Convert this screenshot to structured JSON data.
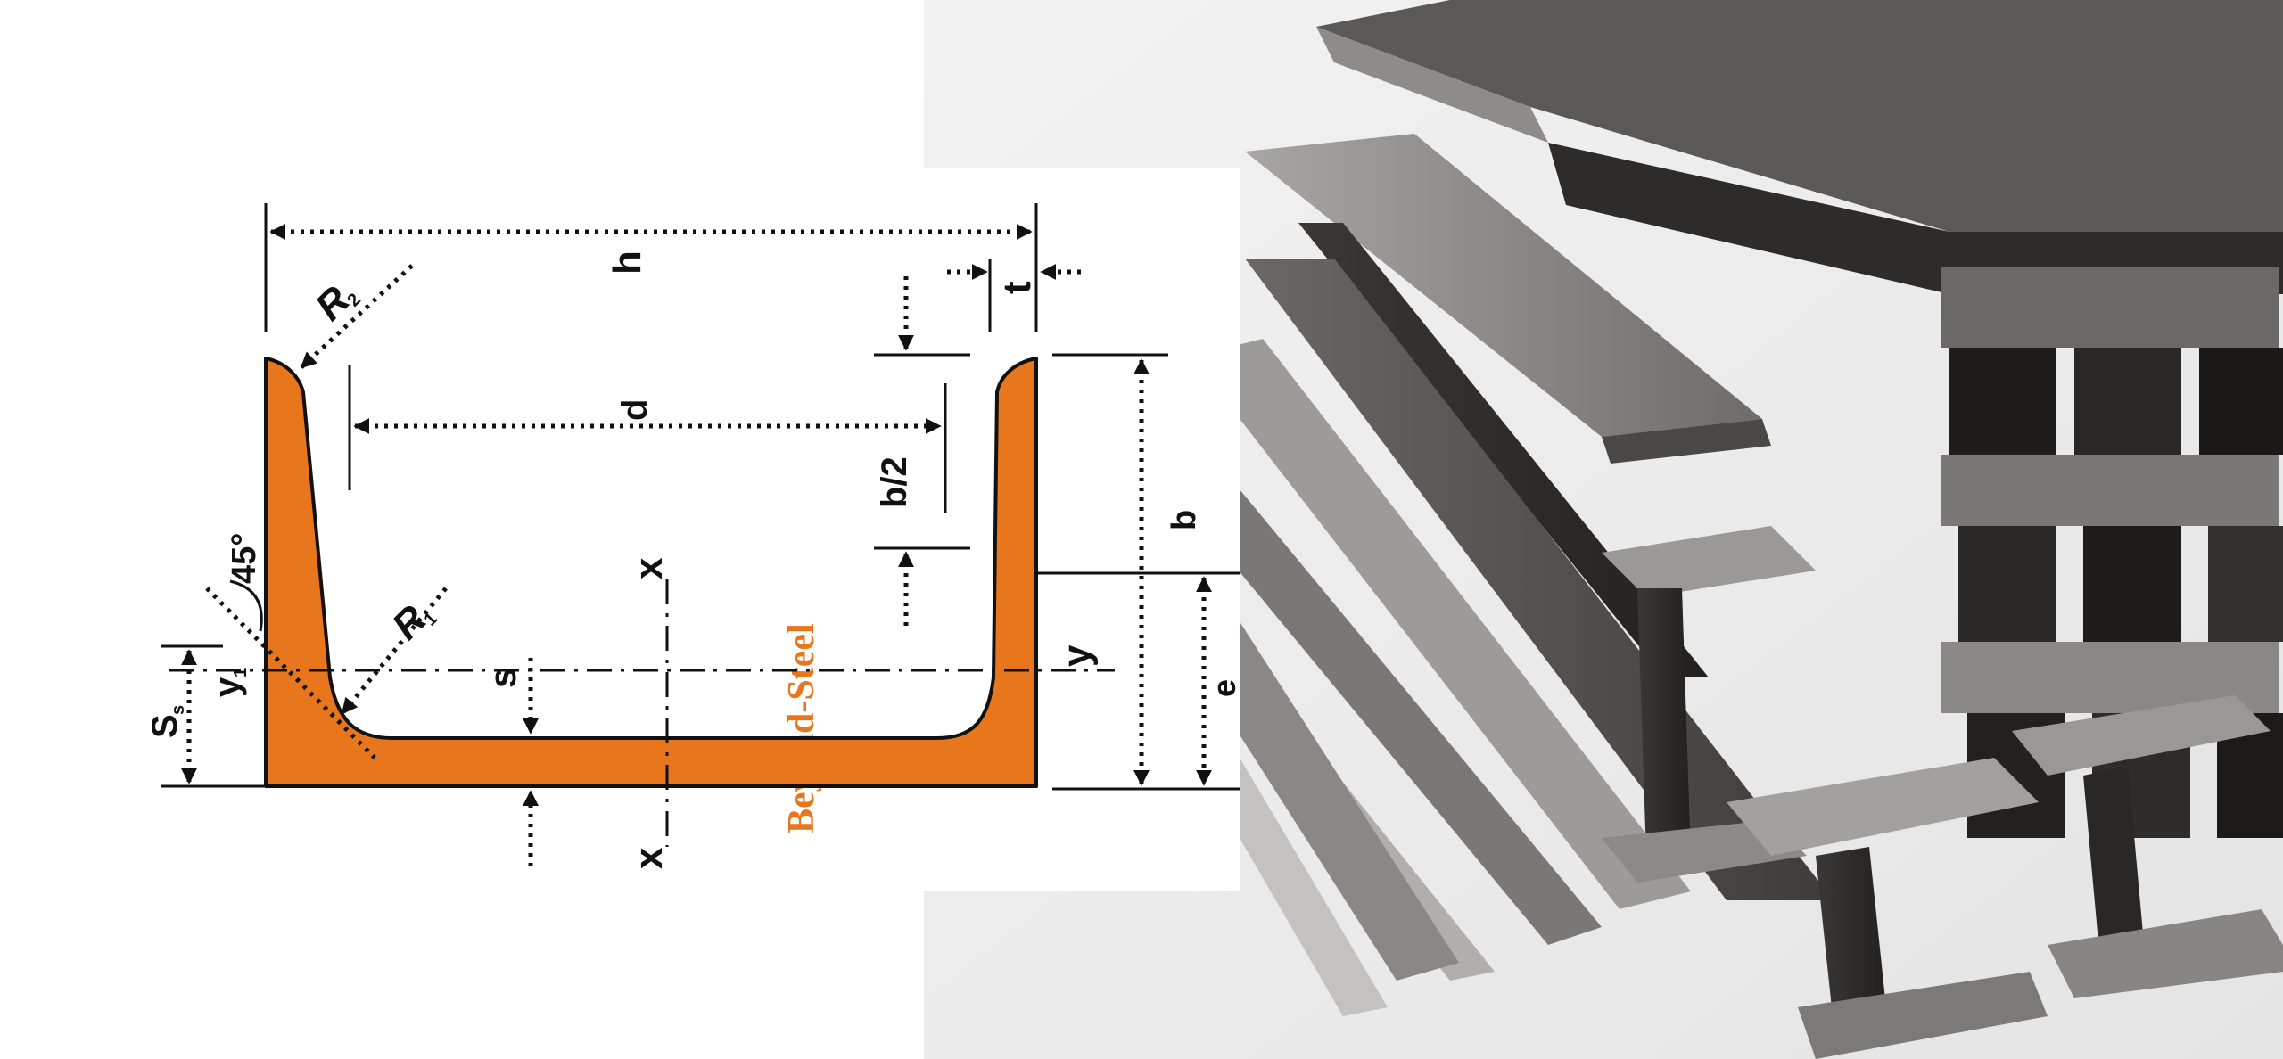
{
  "diagram": {
    "labels": {
      "h": "h",
      "t": "t",
      "d": "d",
      "b_half": "b/2",
      "b": "b",
      "e": "e",
      "y": "y",
      "x": "x",
      "s": "s",
      "r1": "R",
      "r1_sub": "1",
      "r2": "R",
      "r2_sub": "2",
      "angle": "45°",
      "ss": "S",
      "ss_sub": "s",
      "y1": "y",
      "y1_sub": "1"
    },
    "watermark": "Beyond-Steel",
    "colors": {
      "profile_fill": "#e8761c",
      "watermark": "#e8761c",
      "ink": "#111111"
    }
  },
  "photo": {
    "subject": "stacked steel beams"
  }
}
